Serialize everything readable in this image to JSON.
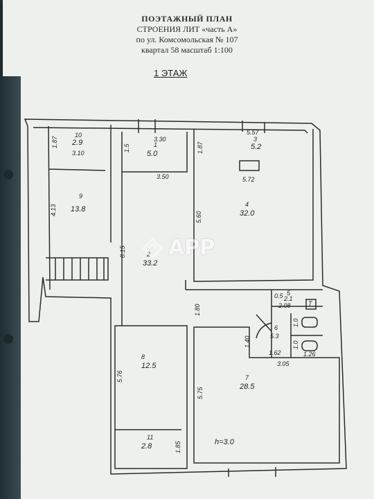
{
  "header": {
    "title": "ПОЭТАЖНЫЙ ПЛАН",
    "line1": "СТРОЕНИЯ ЛИТ «часть А»",
    "line2": "по ул. Комсомольская № 107",
    "line3": "квартал   58   масштаб 1:100"
  },
  "floor_label": "1 ЭТАЖ",
  "watermark": "APP",
  "rooms": [
    {
      "id": "10",
      "area": "2.9",
      "dim": "3.10"
    },
    {
      "id": "9",
      "area": "13.8"
    },
    {
      "id": "1",
      "area": "5.0",
      "dim_top": "3.30",
      "dim_bottom": "3.50"
    },
    {
      "id": "2",
      "area": "33.2"
    },
    {
      "id": "3",
      "area": "5.2",
      "dim_top": "5.57",
      "dim_bottom": "5.72"
    },
    {
      "id": "4",
      "area": "32.0"
    },
    {
      "id": "5",
      "area": "2.1",
      "dim": "2.08"
    },
    {
      "id": "6",
      "area": "5.3"
    },
    {
      "id": "7",
      "area": "28.5",
      "height": "h=3.0"
    },
    {
      "id": "8",
      "area": "12.5"
    },
    {
      "id": "11",
      "area": "2.8"
    }
  ],
  "dims": {
    "d187a": "1.87",
    "d15": "1.5",
    "d187b": "1.87",
    "d413": "4.13",
    "d815": "8.15",
    "d560": "5.60",
    "d180": "1.80",
    "d140": "1.40",
    "d305": "3.05",
    "d576": "5.76",
    "d575": "5.75",
    "d185": "1.85",
    "d162": "1.62",
    "d126": "1.26",
    "d05": "0.5",
    "d10": "1.0",
    "d10b": "1.0"
  },
  "fixtures": {
    "wc": "T"
  }
}
